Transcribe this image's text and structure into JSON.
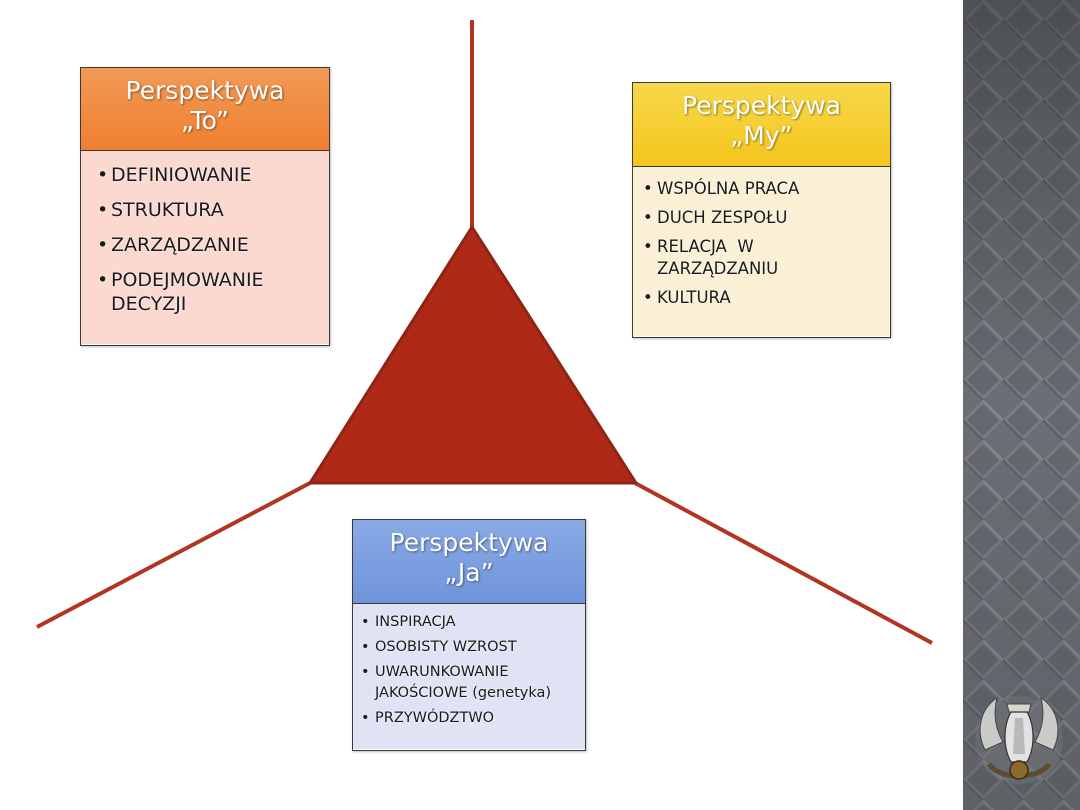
{
  "colors": {
    "triangle": "#ae2a17",
    "line": "#b23522",
    "to_header": "#ef8637",
    "to_body": "#fbd8d0",
    "my_header": "#f4c824",
    "my_body": "#faf0d6",
    "ja_header": "#7b9ddf",
    "ja_body": "#dfe3f4",
    "sidebar": "#6d7076"
  },
  "icons": {
    "emblem": "polish-eagle-emblem-icon",
    "sidebar_pattern": "diamond-pattern"
  },
  "cards": {
    "to": {
      "title_line1": "Perspektywa",
      "title_line2": "„To”",
      "items": [
        "DEFINIOWANIE",
        "STRUKTURA",
        "ZARZĄDZANIE",
        "PODEJMOWANIE DECYZJI"
      ]
    },
    "my": {
      "title_line1": "Perspektywa",
      "title_line2": "„My”",
      "items": [
        "WSPÓLNA PRACA",
        "DUCH ZESPOŁU",
        "RELACJA  W ZARZĄDZANIU",
        "KULTURA"
      ]
    },
    "ja": {
      "title_line1": "Perspektywa",
      "title_line2": "„Ja”",
      "items": [
        "INSPIRACJA",
        "OSOBISTY WZROST",
        "UWARUNKOWANIE JAKOŚCIOWE (genetyka)",
        "PRZYWÓDZTWO"
      ]
    }
  }
}
